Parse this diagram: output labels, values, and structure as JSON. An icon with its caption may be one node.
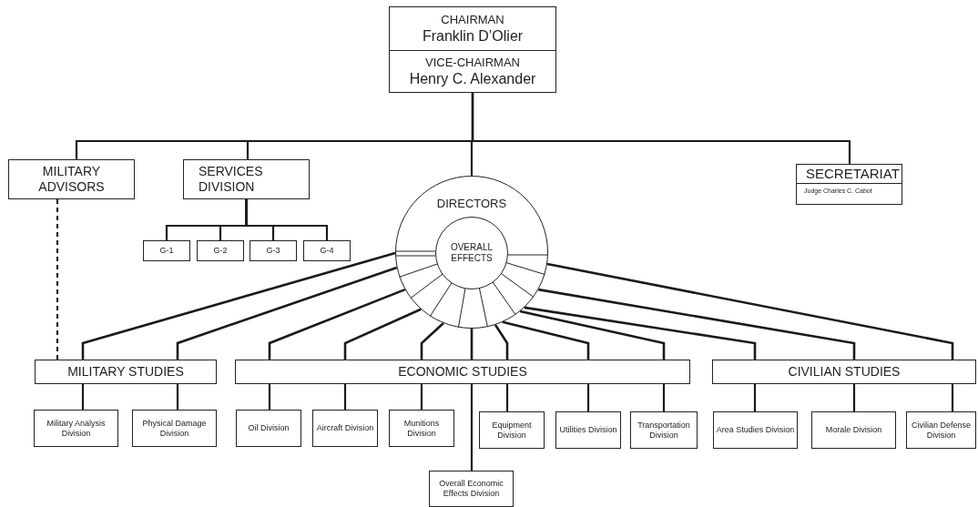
{
  "diagram": {
    "nodes": [
      {
        "text": [
          "CHAIRMAN",
          "Franklin D’Olier"
        ]
      },
      {
        "text": [
          "VICE-CHAIRMAN",
          "Henry C. Alexander"
        ]
      },
      {
        "text": [
          "MILITARY ADVISORS"
        ]
      },
      {
        "text": [
          "SERVICES DIVISION"
        ]
      },
      {
        "text": [
          "G-1"
        ]
      },
      {
        "text": [
          "G-2"
        ]
      },
      {
        "text": [
          "G-3"
        ]
      },
      {
        "text": [
          "G-4"
        ]
      },
      {
        "text": [
          "SECRETARIAT",
          "Judge Charles C. Cabot"
        ]
      },
      {
        "text": [
          "DIRECTORS"
        ]
      },
      {
        "text": [
          "OVERALL EFFECTS"
        ],
        "in": 9
      },
      {
        "text": [
          "MILITARY STUDIES"
        ]
      },
      {
        "text": [
          "ECONOMIC STUDIES"
        ]
      },
      {
        "text": [
          "CIVILIAN STUDIES"
        ]
      },
      {
        "text": [
          "Military Analysis Division"
        ]
      },
      {
        "text": [
          "Physical Damage Division"
        ]
      },
      {
        "text": [
          "Oil Division"
        ]
      },
      {
        "text": [
          "Aircraft Division"
        ]
      },
      {
        "text": [
          "Munitions Division"
        ]
      },
      {
        "text": [
          "Equipment Division"
        ]
      },
      {
        "text": [
          "Utilities Division"
        ]
      },
      {
        "text": [
          "Transportation Division"
        ]
      },
      {
        "text": [
          "Overall Economic Effects Division"
        ]
      },
      {
        "text": [
          "Area Studies Division"
        ]
      },
      {
        "text": [
          "Morale Division"
        ]
      },
      {
        "text": [
          "Civilian Defense Division"
        ]
      }
    ],
    "edges": [
      {
        "from": 1,
        "to": 2,
        "arrow": "none"
      },
      {
        "from": 1,
        "to": 3,
        "arrow": "none"
      },
      {
        "from": 1,
        "to": 8,
        "arrow": "none"
      },
      {
        "from": 1,
        "to": 9,
        "arrow": "none"
      },
      {
        "from": 2,
        "to": 11,
        "arrow": "none",
        "style": "dashed"
      },
      {
        "from": 3,
        "to": 4,
        "arrow": "none"
      },
      {
        "from": 3,
        "to": 5,
        "arrow": "none"
      },
      {
        "from": 3,
        "to": 6,
        "arrow": "none"
      },
      {
        "from": 3,
        "to": 7,
        "arrow": "none"
      },
      {
        "from": 9,
        "to": 11,
        "arrow": "none"
      },
      {
        "from": 9,
        "to": 11,
        "arrow": "none"
      },
      {
        "from": 9,
        "to": 12,
        "arrow": "none"
      },
      {
        "from": 9,
        "to": 12,
        "arrow": "none"
      },
      {
        "from": 9,
        "to": 12,
        "arrow": "none"
      },
      {
        "from": 9,
        "to": 12,
        "arrow": "none"
      },
      {
        "from": 9,
        "to": 12,
        "arrow": "none"
      },
      {
        "from": 9,
        "to": 12,
        "arrow": "none"
      },
      {
        "from": 9,
        "to": 12,
        "arrow": "none"
      },
      {
        "from": 9,
        "to": 13,
        "arrow": "none"
      },
      {
        "from": 9,
        "to": 13,
        "arrow": "none"
      },
      {
        "from": 9,
        "to": 13,
        "arrow": "none"
      },
      {
        "from": 11,
        "to": 14,
        "arrow": "none"
      },
      {
        "from": 11,
        "to": 15,
        "arrow": "none"
      },
      {
        "from": 12,
        "to": 16,
        "arrow": "none"
      },
      {
        "from": 12,
        "to": 17,
        "arrow": "none"
      },
      {
        "from": 12,
        "to": 18,
        "arrow": "none"
      },
      {
        "from": 12,
        "to": 22,
        "arrow": "none"
      },
      {
        "from": 12,
        "to": 19,
        "arrow": "none"
      },
      {
        "from": 12,
        "to": 20,
        "arrow": "none"
      },
      {
        "from": 12,
        "to": 21,
        "arrow": "none"
      },
      {
        "from": 13,
        "to": 23,
        "arrow": "none"
      },
      {
        "from": 13,
        "to": 24,
        "arrow": "none"
      },
      {
        "from": 13,
        "to": 25,
        "arrow": "none"
      }
    ]
  }
}
